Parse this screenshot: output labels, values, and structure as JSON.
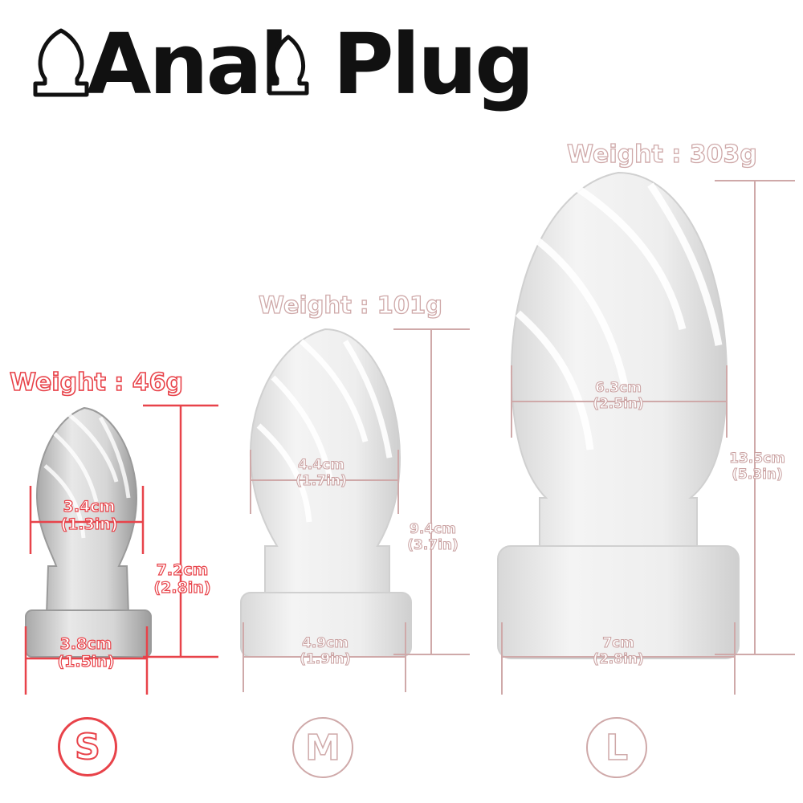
{
  "header": {
    "title": "Anal",
    "title2": "Plug"
  },
  "colors": {
    "accent": "#e8434a",
    "muted": "#cfa9a9"
  },
  "sizes": [
    {
      "label": "S",
      "weight_label": "Weight : 46g",
      "bulb_width": "3.4cm",
      "bulb_width_in": "(1.3in)",
      "base_width": "3.8cm",
      "base_width_in": "(1.5in)",
      "length": "7.2cm",
      "length_in": "(2.8in)"
    },
    {
      "label": "M",
      "weight_label": "Weight : 101g",
      "bulb_width": "4.4cm",
      "bulb_width_in": "(1.7in)",
      "base_width": "4.9cm",
      "base_width_in": "(1.9in)",
      "length": "9.4cm",
      "length_in": "(3.7in)"
    },
    {
      "label": "L",
      "weight_label": "Weight : 303g",
      "bulb_width": "6.3cm",
      "bulb_width_in": "(2.5in)",
      "base_width": "7cm",
      "base_width_in": "(2.8in)",
      "length": "13.5cm",
      "length_in": "(5.3in)"
    }
  ]
}
